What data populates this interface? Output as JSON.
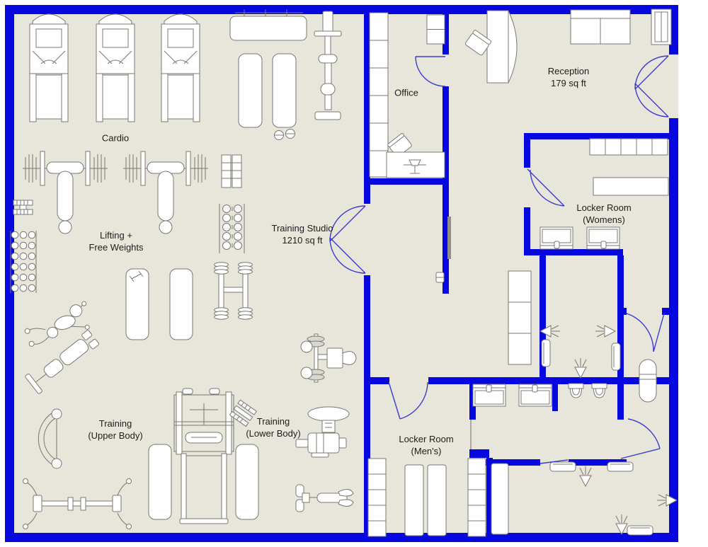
{
  "colors": {
    "wall": "#0707DF",
    "door": "#3A3ACF",
    "floor": "#E8E6DB"
  },
  "rooms": [
    {
      "id": "training-studio",
      "label": "Training Studio\n1210 sq ft"
    },
    {
      "id": "office",
      "label": "Office"
    },
    {
      "id": "reception",
      "label": "Reception\n179 sq ft"
    },
    {
      "id": "locker-room-womens",
      "label": "Locker Room\n(Womens)"
    },
    {
      "id": "locker-room-mens",
      "label": "Locker Room\n(Men's)"
    }
  ],
  "zones": [
    {
      "id": "cardio",
      "label": "Cardio"
    },
    {
      "id": "lifting",
      "label": "Lifting +\nFree Weights"
    },
    {
      "id": "training-upper-body",
      "label": "Training\n(Upper Body)"
    },
    {
      "id": "training-lower-body",
      "label": "Training\n(Lower Body)"
    }
  ],
  "equipment": {
    "cardio": [
      "treadmill",
      "treadmill",
      "treadmill",
      "bench-with-hooks",
      "exercise-mat",
      "exercise-mat",
      "hand-weights",
      "cable-machine"
    ],
    "lifting": [
      "bench-press-station",
      "bench-press-station",
      "plate-stack",
      "dumbbell-rack",
      "wall-plate-rack",
      "wall-dumbbell-rack",
      "exercise-mat",
      "exercise-mat",
      "paired-dumbbells",
      "stretching-person",
      "incline-bench"
    ],
    "training": [
      "curved-ab-bar",
      "leg-press-bar",
      "smith-machine",
      "lifting-platform",
      "exercise-mat",
      "exercise-mat",
      "plate-holder",
      "curl-machine",
      "leg-extension-machine",
      "rowing-machine"
    ],
    "office": [
      "shelving",
      "cabinet",
      "desk",
      "office-chair"
    ],
    "reception": [
      "reception-desk",
      "office-chair",
      "sofa",
      "side-table"
    ],
    "locker_room_womens": [
      "lockers",
      "bench",
      "sink",
      "sink",
      "shower-head",
      "shower-head",
      "shower-head",
      "wall-bench",
      "wall-bench"
    ],
    "locker_room_mens": [
      "lockers",
      "lockers",
      "bench",
      "bench",
      "sink",
      "sink",
      "toilet",
      "toilet",
      "shower-head",
      "shower-head",
      "shower-head",
      "bench",
      "bench",
      "bench",
      "chaise"
    ]
  }
}
